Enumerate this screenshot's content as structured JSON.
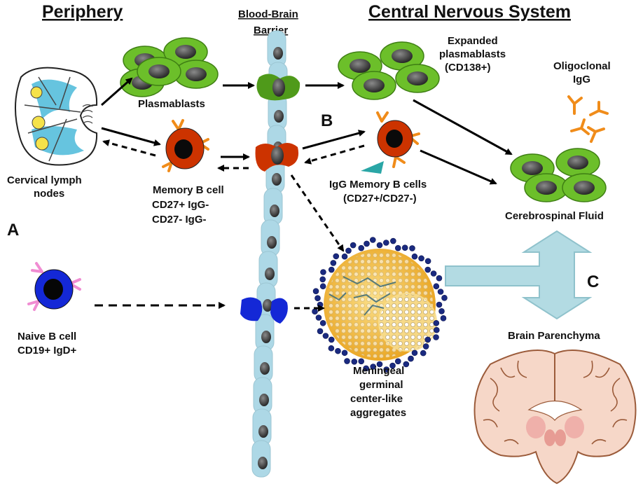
{
  "headers": {
    "periphery": "Periphery",
    "bbb_line1": "Blood-Brain",
    "bbb_line2": "Barrier",
    "cns": "Central Nervous System"
  },
  "labels": {
    "plasmablasts": "Plasmablasts",
    "expanded_1": "Expanded",
    "expanded_2": "plasmablasts",
    "expanded_3": "(CD138+)",
    "oligo_1": "Oligoclonal",
    "oligo_2": "IgG",
    "lymph_1": "Cervical lymph",
    "lymph_2": "nodes",
    "memory_1": "Memory B cell",
    "memory_2": "CD27+ IgG-",
    "memory_3": "CD27- IgG-",
    "igg_memory_1": "IgG Memory B cells",
    "igg_memory_2": "(CD27+/CD27-)",
    "csf": "Cerebrospinal Fluid",
    "naive_1": "Naive B cell",
    "naive_2": "CD19+ IgD+",
    "meningeal_1": "Meningeal",
    "meningeal_2": "germinal",
    "meningeal_3": "center-like",
    "meningeal_4": "aggregates",
    "parenchyma": "Brain Parenchyma"
  },
  "letters": {
    "a": "A",
    "b": "B",
    "c": "C"
  },
  "colors": {
    "vessel": "#add8e6",
    "plasmablast": "#6cbf2a",
    "plasmablast_nucleus": "#3a3a3a",
    "memory_cell": "#cc3300",
    "receptor": "#f08c1a",
    "naive_cell": "#1428d6",
    "naive_receptor": "#f08cd2",
    "aggregate": "#f2c04a",
    "brain": "#f6d7c8",
    "big_arrow": "#b3dbe3"
  }
}
